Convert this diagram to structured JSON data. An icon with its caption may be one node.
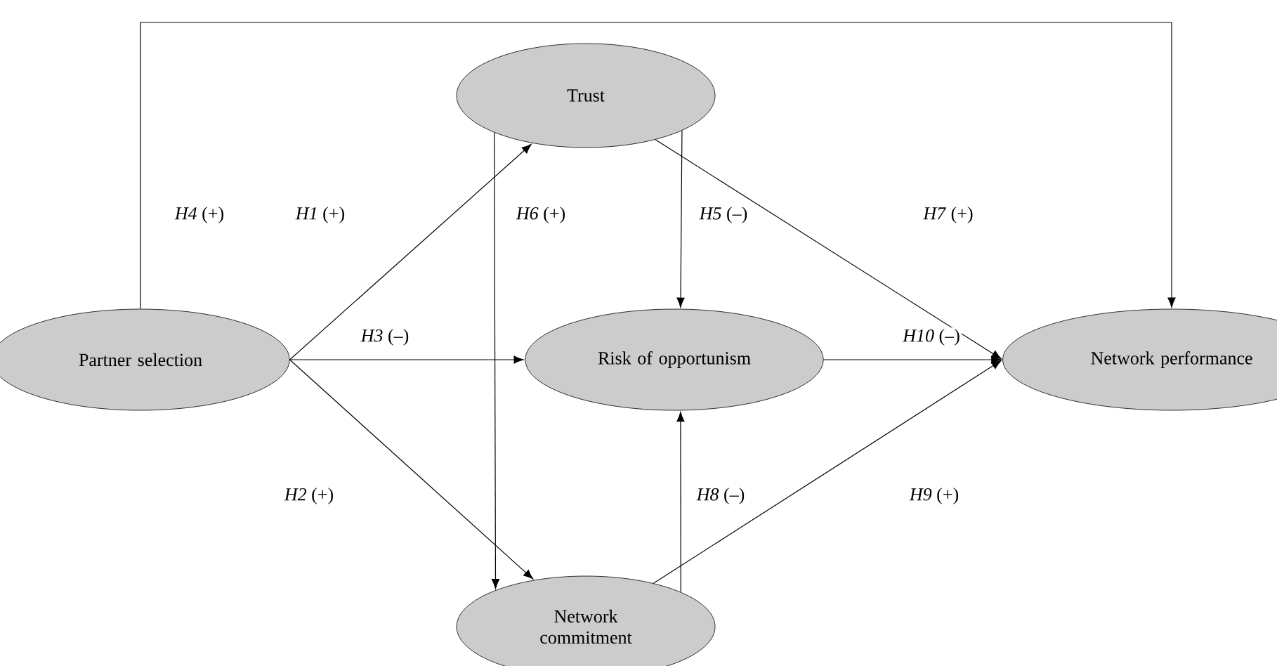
{
  "diagram": {
    "nodes": [
      {
        "text": [
          "Partner selection"
        ]
      },
      {
        "text": [
          "Trust"
        ]
      },
      {
        "text": [
          "Risk of opportunism"
        ]
      },
      {
        "text": [
          "Network commitment"
        ]
      },
      {
        "text": [
          "Network performance"
        ]
      }
    ],
    "edges": [
      {
        "from": 0,
        "to": 4,
        "arrow": "to",
        "label": "*H4* (+)"
      },
      {
        "from": 0,
        "to": 1,
        "arrow": "to",
        "label": "*H1* (+)"
      },
      {
        "from": 1,
        "to": 3,
        "arrow": "to",
        "label": "*H6* (+)"
      },
      {
        "from": 1,
        "to": 2,
        "arrow": "to",
        "label": "*H5* (–)"
      },
      {
        "from": 1,
        "to": 4,
        "arrow": "to",
        "label": "*H7* (+)"
      },
      {
        "from": 0,
        "to": 2,
        "arrow": "to",
        "label": "*H3* (–)"
      },
      {
        "from": 2,
        "to": 4,
        "arrow": "to",
        "label": "*H10* (–)"
      },
      {
        "from": 0,
        "to": 3,
        "arrow": "to",
        "label": "*H2* (+)"
      },
      {
        "from": 3,
        "to": 2,
        "arrow": "to",
        "label": "*H8* (–)"
      },
      {
        "from": 3,
        "to": 4,
        "arrow": "to",
        "label": "*H9* (+)"
      }
    ]
  }
}
